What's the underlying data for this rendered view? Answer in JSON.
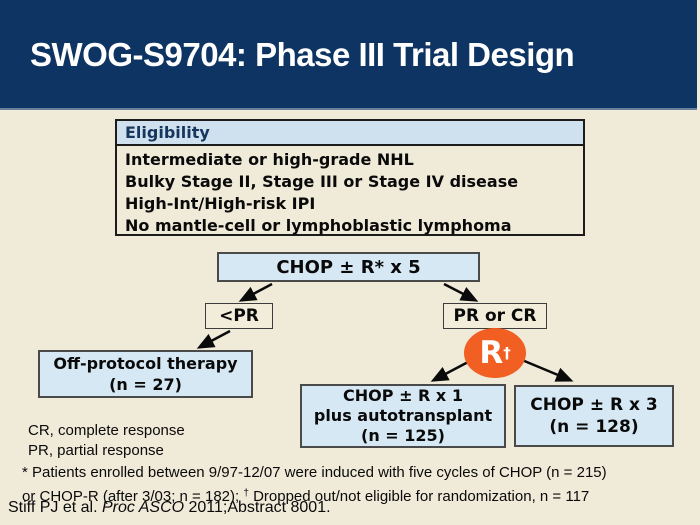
{
  "header": {
    "title": "SWOG-S9704: Phase III Trial Design"
  },
  "colors": {
    "header_bg": "#0d3462",
    "slide_bg": "#f0ead9",
    "box_blue": "#d6e8f3",
    "elig_header_bg": "#cfe1ee",
    "orange": "#f15f22",
    "title_color": "#ffffff"
  },
  "eligibility": {
    "header": "Eligibility",
    "lines": [
      "Intermediate or high-grade NHL",
      "Bulky Stage II, Stage III or Stage IV disease",
      "High-Int/High-risk IPI",
      "No mantle-cell or lymphoblastic lymphoma"
    ]
  },
  "flowchart": {
    "induction": "CHOP ± R* x 5",
    "branch_left": "<PR",
    "branch_right": "PR or CR",
    "off_protocol": {
      "line1": "Off-protocol therapy",
      "line2": "(n = 27)"
    },
    "randomization": {
      "label": "R",
      "dagger": "†"
    },
    "arm1": {
      "line1": "CHOP ± R x 1",
      "line2": "plus autotransplant",
      "line3": "(n = 125)"
    },
    "arm2": {
      "line1": "CHOP ± R x 3",
      "line2": "(n = 128)"
    }
  },
  "abbreviations": [
    "CR, complete response",
    "PR, partial response"
  ],
  "footnote": {
    "line1": "* Patients enrolled between 9/97-12/07 were induced with five cycles of CHOP (n = 215)",
    "line2_pre": "or CHOP-R (after 3/03; n = 182); ",
    "line2_dagger": "†",
    "line2_post": " Dropped out/not eligible for randomization, n = 117"
  },
  "citation": {
    "pre": "Stiff PJ et al. ",
    "italic": "Proc ASCO",
    "post": " 2011;Abstract 8001."
  }
}
